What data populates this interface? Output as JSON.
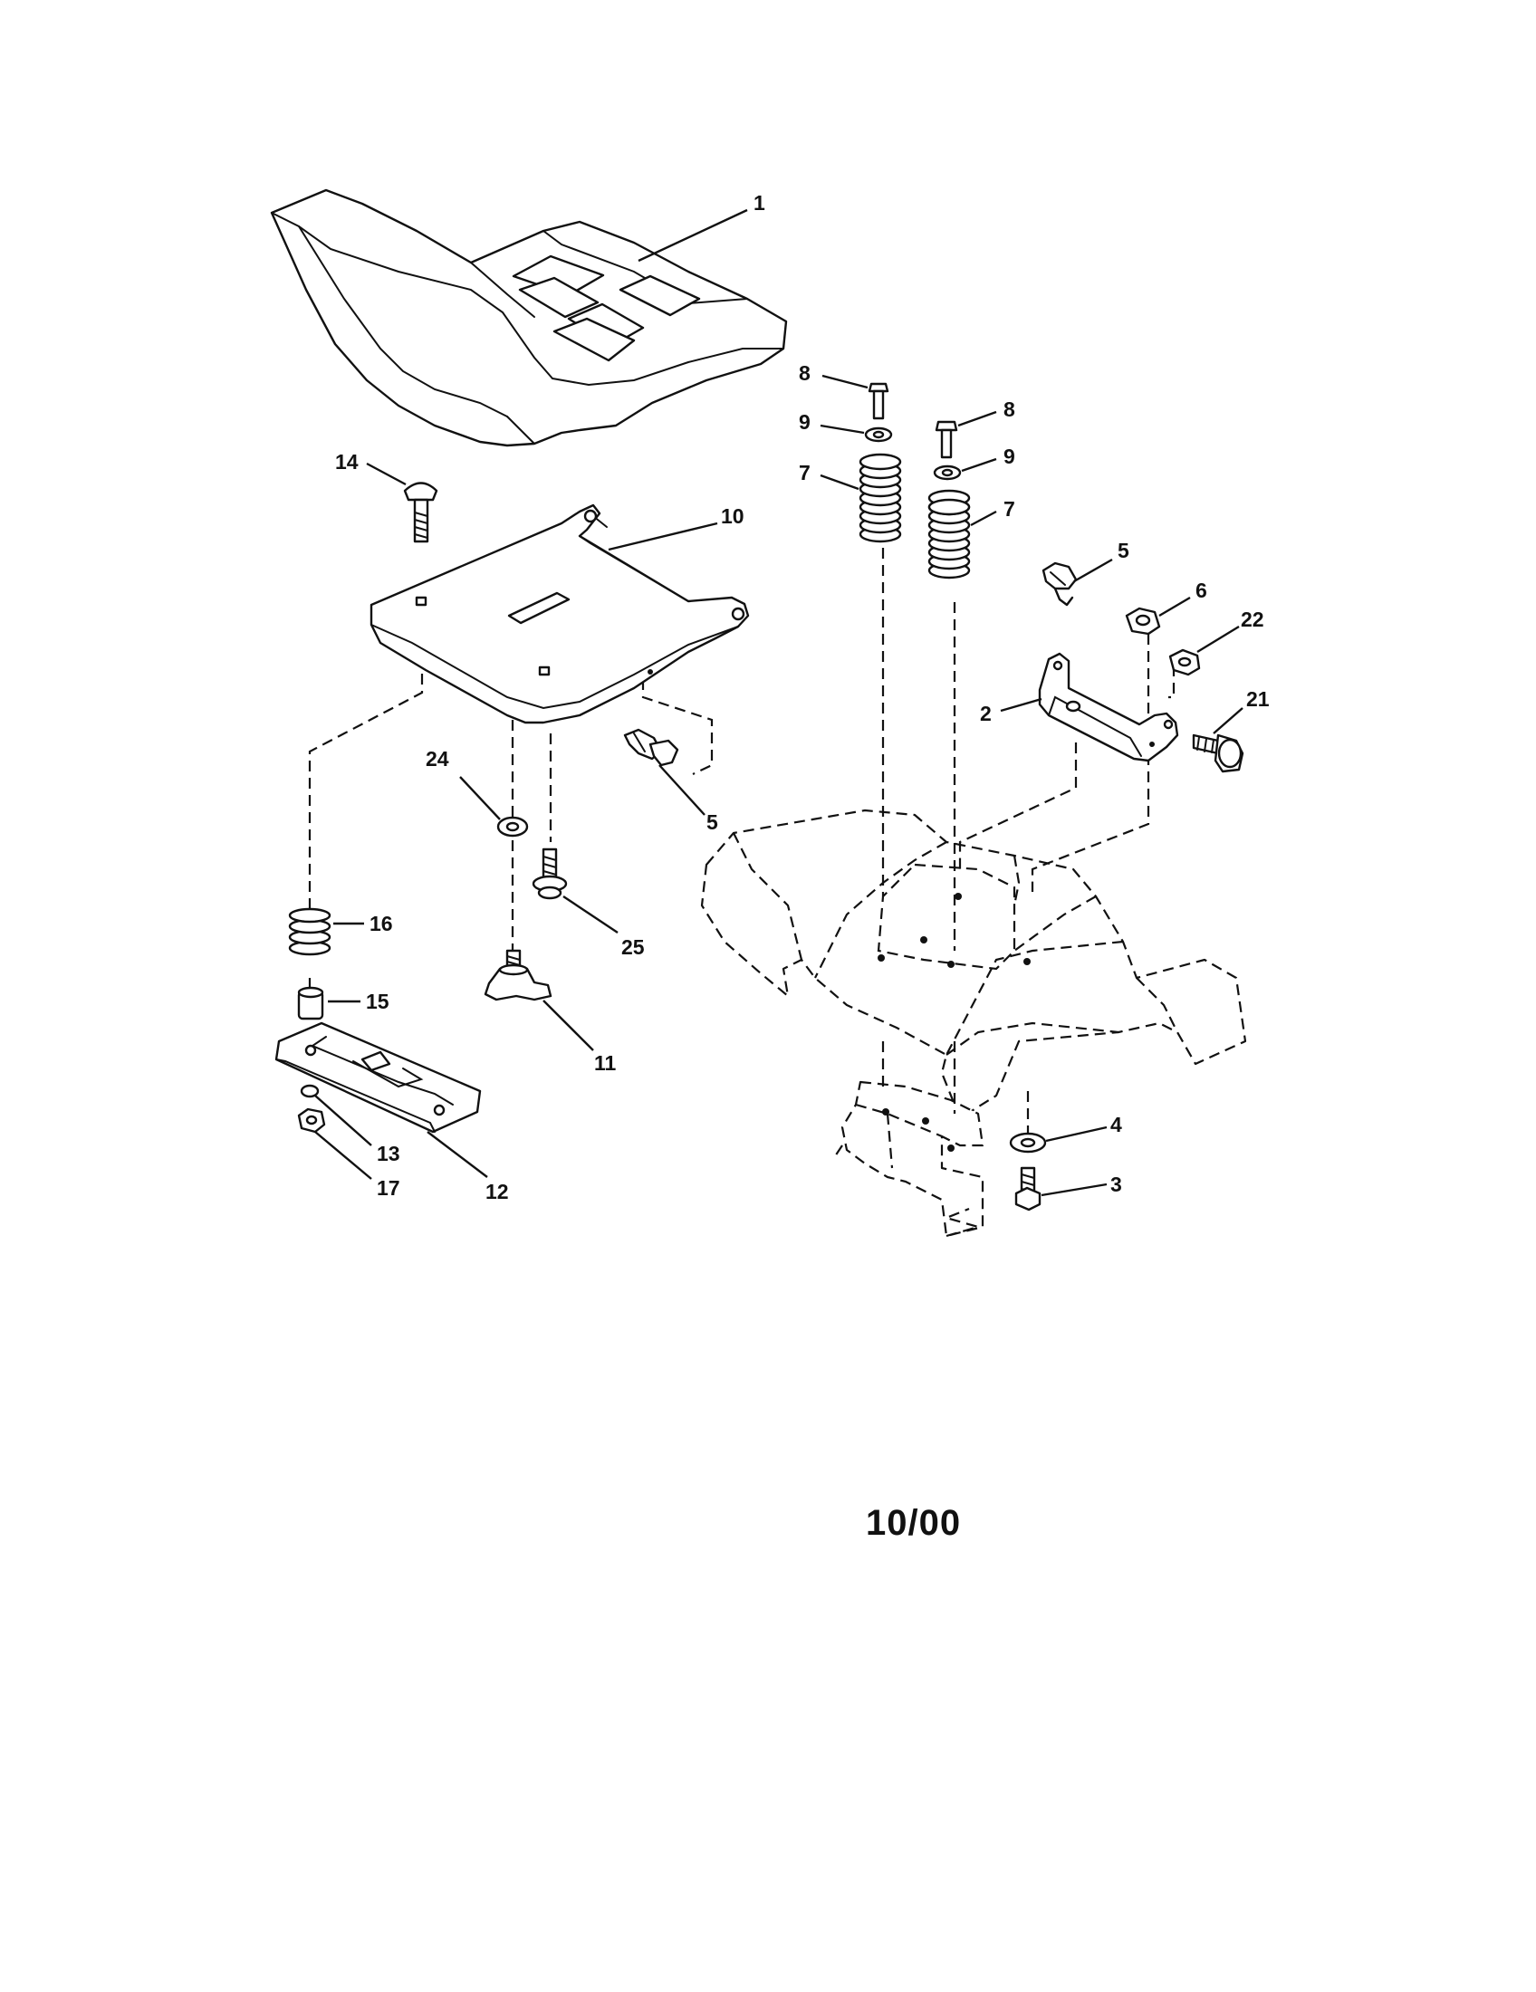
{
  "diagram": {
    "date_code": "10/00",
    "callouts": {
      "seat": "1",
      "bracket_2": "2",
      "bolt_3": "3",
      "washer_4": "4",
      "clip_5_left": "5",
      "clip_5_right": "5",
      "nut_6": "6",
      "spring_7_left": "7",
      "spring_7_right": "7",
      "bolt_8_left": "8",
      "bolt_8_right": "8",
      "washer_9_left": "9",
      "washer_9_right": "9",
      "seat_pan": "10",
      "knob": "11",
      "slide_plate": "12",
      "washer_13": "13",
      "carriage_bolt": "14",
      "spacer": "15",
      "spring_16": "16",
      "nut_17": "17",
      "bolt_21": "21",
      "nut_22": "22",
      "washer_24": "24",
      "bolt_25": "25"
    }
  }
}
